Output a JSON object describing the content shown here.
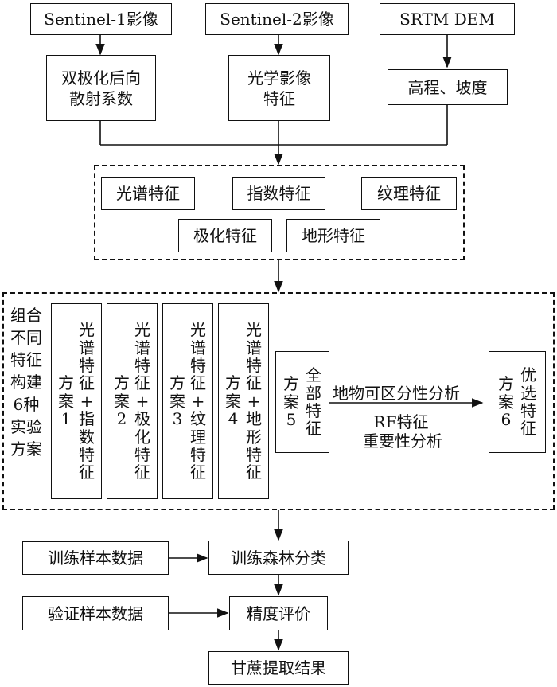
{
  "sources": {
    "s1": "Sentinel-1影像",
    "s2": "Sentinel-2影像",
    "srtm": "SRTM DEM"
  },
  "derived": {
    "backscatter": [
      "双极化后向",
      "散射系数"
    ],
    "optical": [
      "光学影像",
      "特征"
    ],
    "terrain_raw": "高程、坡度"
  },
  "features": {
    "spectral": "光谱特征",
    "index": "指数特征",
    "texture": "纹理特征",
    "polarization": "极化特征",
    "terrain": "地形特征"
  },
  "experiment": {
    "side_label": "组合不同特征构建6种实验方案",
    "schemes": [
      {
        "text": "光谱特征+指数特征",
        "name": "方案1"
      },
      {
        "text": "光谱特征+极化特征",
        "name": "方案2"
      },
      {
        "text": "光谱特征+纹理特征",
        "name": "方案3"
      },
      {
        "text": "光谱特征+地形特征",
        "name": "方案4"
      }
    ],
    "scheme5": {
      "text": "全部特征",
      "name": "方案5"
    },
    "scheme6": {
      "text": "优选特征",
      "name": "方案6"
    },
    "arrow_top": "地物可区分性分析",
    "arrow_bottom": [
      "RF特征",
      "重要性分析"
    ]
  },
  "classification": {
    "train_data": "训练样本数据",
    "rf": "训练森林分类",
    "valid_data": "验证样本数据",
    "accuracy": "精度评价",
    "result": "甘蔗提取结果"
  }
}
